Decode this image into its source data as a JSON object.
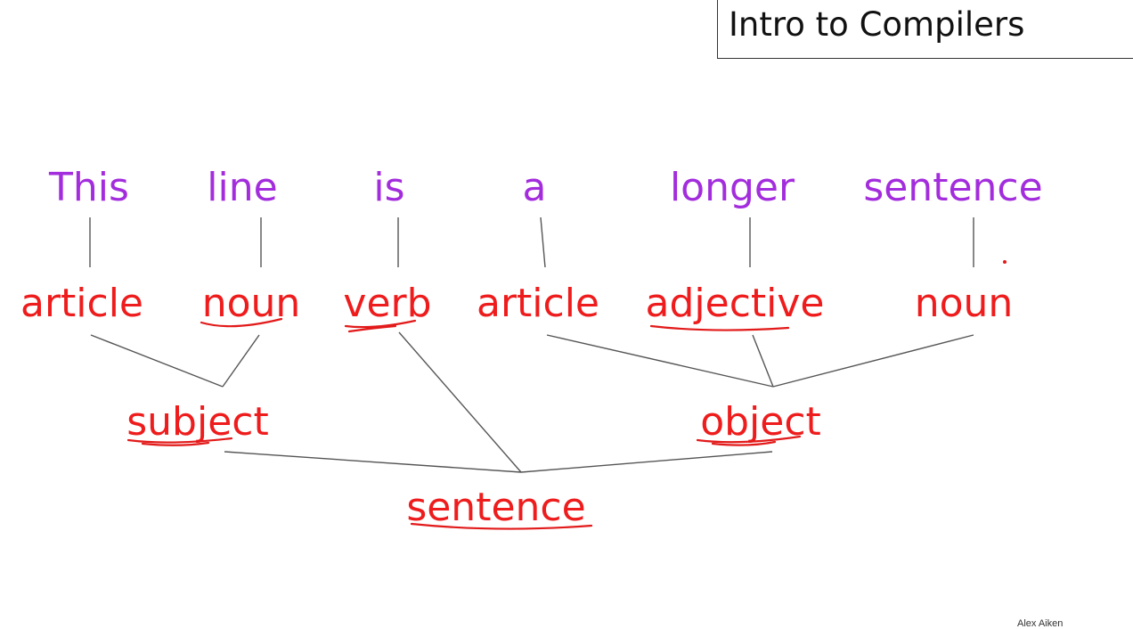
{
  "slide": {
    "title": "Intro to Compilers",
    "author": "Alex Aiken"
  },
  "parse_tree": {
    "words": [
      "This",
      "line",
      "is",
      "a",
      "longer",
      "sentence"
    ],
    "parts_of_speech": [
      "article",
      "noun",
      "verb",
      "article",
      "adjective",
      "noun"
    ],
    "phrases": [
      "subject",
      "object"
    ],
    "root": "sentence"
  },
  "colors": {
    "words": "#a32ddd",
    "categories": "#ee1c1c",
    "edges": "#555555",
    "ink": "#e21a1a"
  }
}
